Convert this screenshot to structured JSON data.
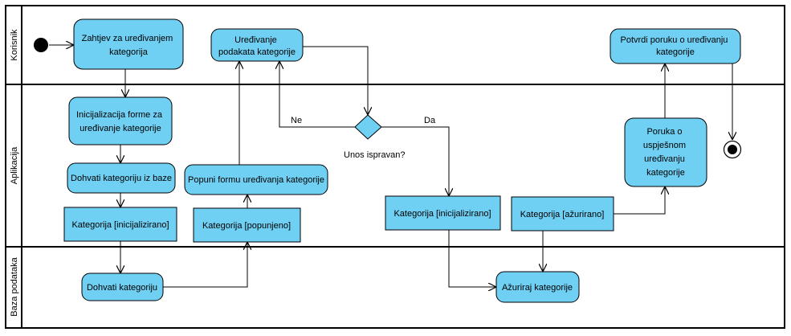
{
  "lanes": {
    "korisnik": "Korisnik",
    "aplikacija": "Aplikacija",
    "baza": "Baza podataka"
  },
  "actions": {
    "zahtjev": [
      "Zahtjev za uređivanjem",
      "kategorija"
    ],
    "uredjivanje": [
      "Uređivanje",
      "podakata kategorije"
    ],
    "potvrdi": [
      "Potvrdi poruku o uređivanju",
      "kategorije"
    ],
    "inicijalizacija": [
      "Inicijalizacija forme za",
      "uređivanje kategorije"
    ],
    "dohvati_iz_baze": [
      "Dohvati kategoriju iz baze"
    ],
    "popuni": [
      "Popuni formu uređivanja kategorije"
    ],
    "poruka": [
      "Poruka o",
      "uspješnom",
      "uređivanju",
      "kategorije"
    ],
    "dohvati": [
      "Dohvati kategoriju"
    ],
    "azuriraj": [
      "Ažuriraj kategorije"
    ]
  },
  "objects": {
    "kat_init_1": "Kategorija [inicijalizirano]",
    "kat_popunjeno": "Kategorija [popunjeno]",
    "kat_init_2": "Kategorija [inicijalizirano]",
    "kat_azurirano": "Kategorija [ažurirano]"
  },
  "decision": {
    "label": "Unos ispravan?",
    "guard_no": "Ne",
    "guard_yes": "Da"
  }
}
